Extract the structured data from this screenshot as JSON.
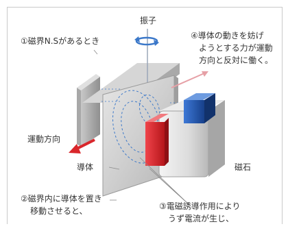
{
  "labels": {
    "pendulum": "振子",
    "step1": "①磁界N.Sがあるとき",
    "step4_line1": "④導体の動きを妨げ",
    "step4_line2": "ようとする力が運動",
    "step4_line3": "方向と反対に働く。",
    "motion_direction": "運動方向",
    "conductor": "導体",
    "magnet": "磁石",
    "step2_line1": "②磁界内に導体を置き",
    "step2_line2": "移動させると、",
    "step3_line1": "③電磁誘導作用により",
    "step3_line2": "うず電流が生じ、"
  },
  "colors": {
    "magnet_north": "#d9262b",
    "magnet_south": "#1f5bb5",
    "motion_arrow": "#d9262b",
    "eddy_current": "#3b78c9"
  }
}
